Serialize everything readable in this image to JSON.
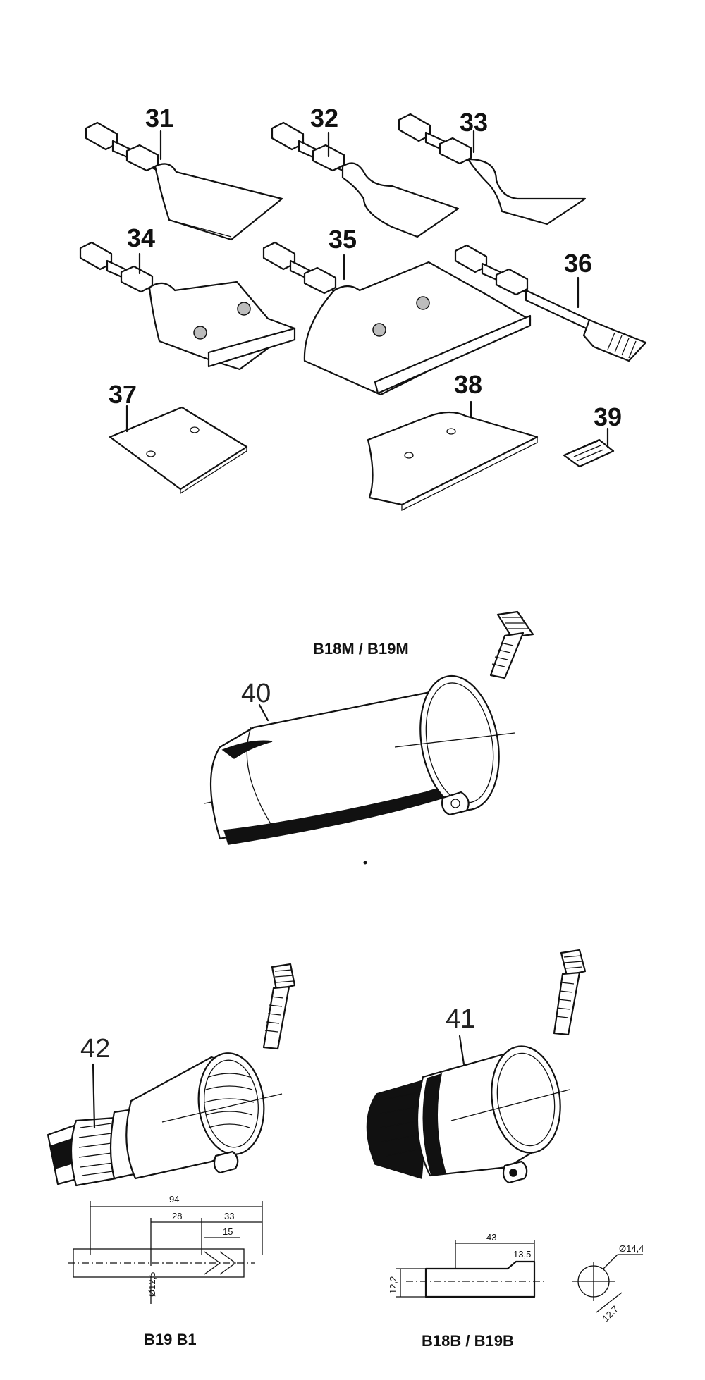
{
  "parts": {
    "p31": "31",
    "p32": "32",
    "p33": "33",
    "p34": "34",
    "p35": "35",
    "p36": "36",
    "p37": "37",
    "p38": "38",
    "p39": "39",
    "p40": "40",
    "p41": "41",
    "p42": "42"
  },
  "models": {
    "top_label": "B18M / B19M",
    "left_label": "B19 B1",
    "right_label": "B18B / B19B"
  },
  "dimensions": {
    "left": {
      "d94": "94",
      "d28": "28",
      "d33": "33",
      "d15": "15",
      "d125": "Ø12,5"
    },
    "right": {
      "d43": "43",
      "d135": "13,5",
      "d122": "12,2",
      "d144": "Ø14,4",
      "d127": "12,7"
    }
  }
}
